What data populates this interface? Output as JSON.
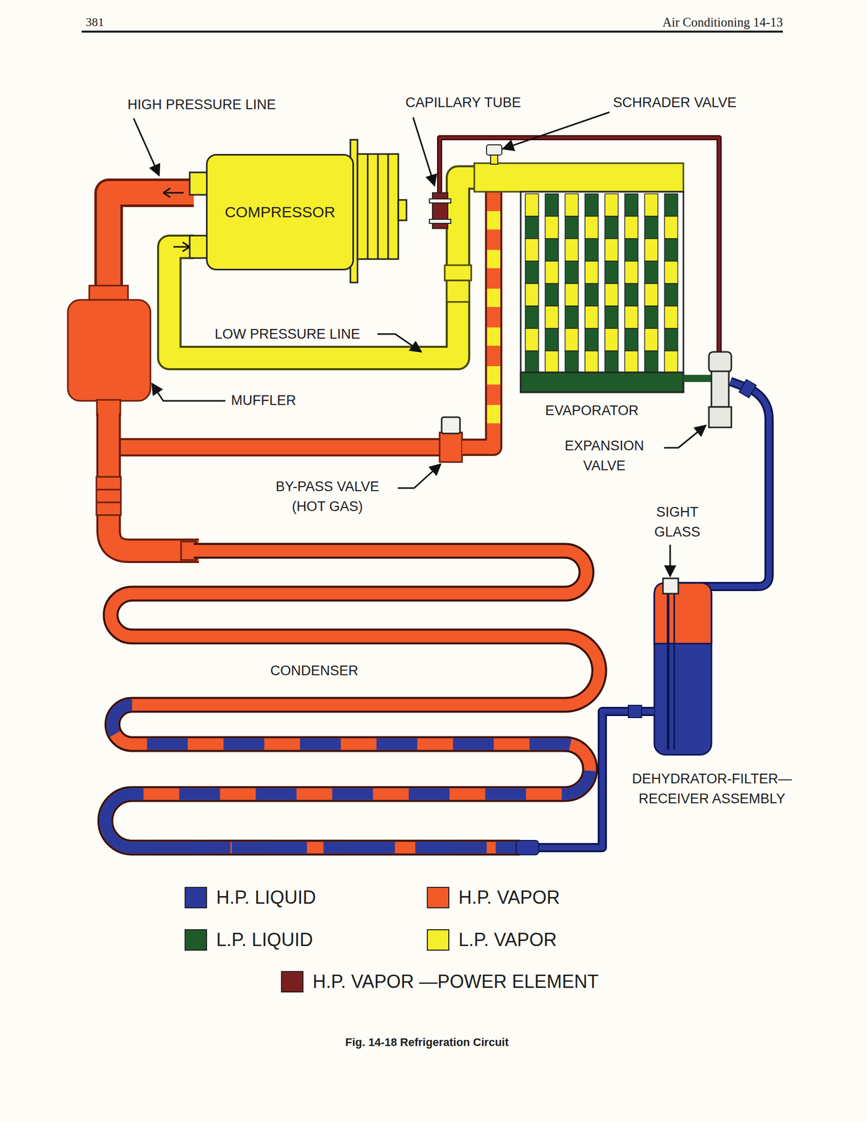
{
  "diagram": {
    "caption": "Fig. 14-18 Refrigeration Circuit",
    "nodes": [
      {
        "text": [
          "COMPRESSOR"
        ]
      }
    ],
    "labels": [
      "381",
      "Air Conditioning 14-13",
      "HIGH PRESSURE LINE",
      "CAPILLARY TUBE",
      "SCHRADER VALVE",
      "LOW PRESSURE LINE",
      "MUFFLER",
      "EVAPORATOR",
      "EXPANSION VALVE",
      "BY-PASS VALVE (HOT GAS)",
      "SIGHT GLASS",
      "DEHYDRATOR-FILTER— RECEIVER ASSEMBLY",
      "CONDENSER"
    ],
    "legend": [
      {
        "text": "H.P. LIQUID",
        "color": "#2b3a9a"
      },
      {
        "text": "H.P. VAPOR",
        "color": "#f25a2a"
      },
      {
        "text": "L.P. LIQUID",
        "color": "#1f5a2a"
      },
      {
        "text": "L.P. VAPOR",
        "color": "#f5ee2a"
      },
      {
        "text": "H.P. VAPOR —POWER ELEMENT",
        "color": "#7a1f1f"
      }
    ]
  }
}
